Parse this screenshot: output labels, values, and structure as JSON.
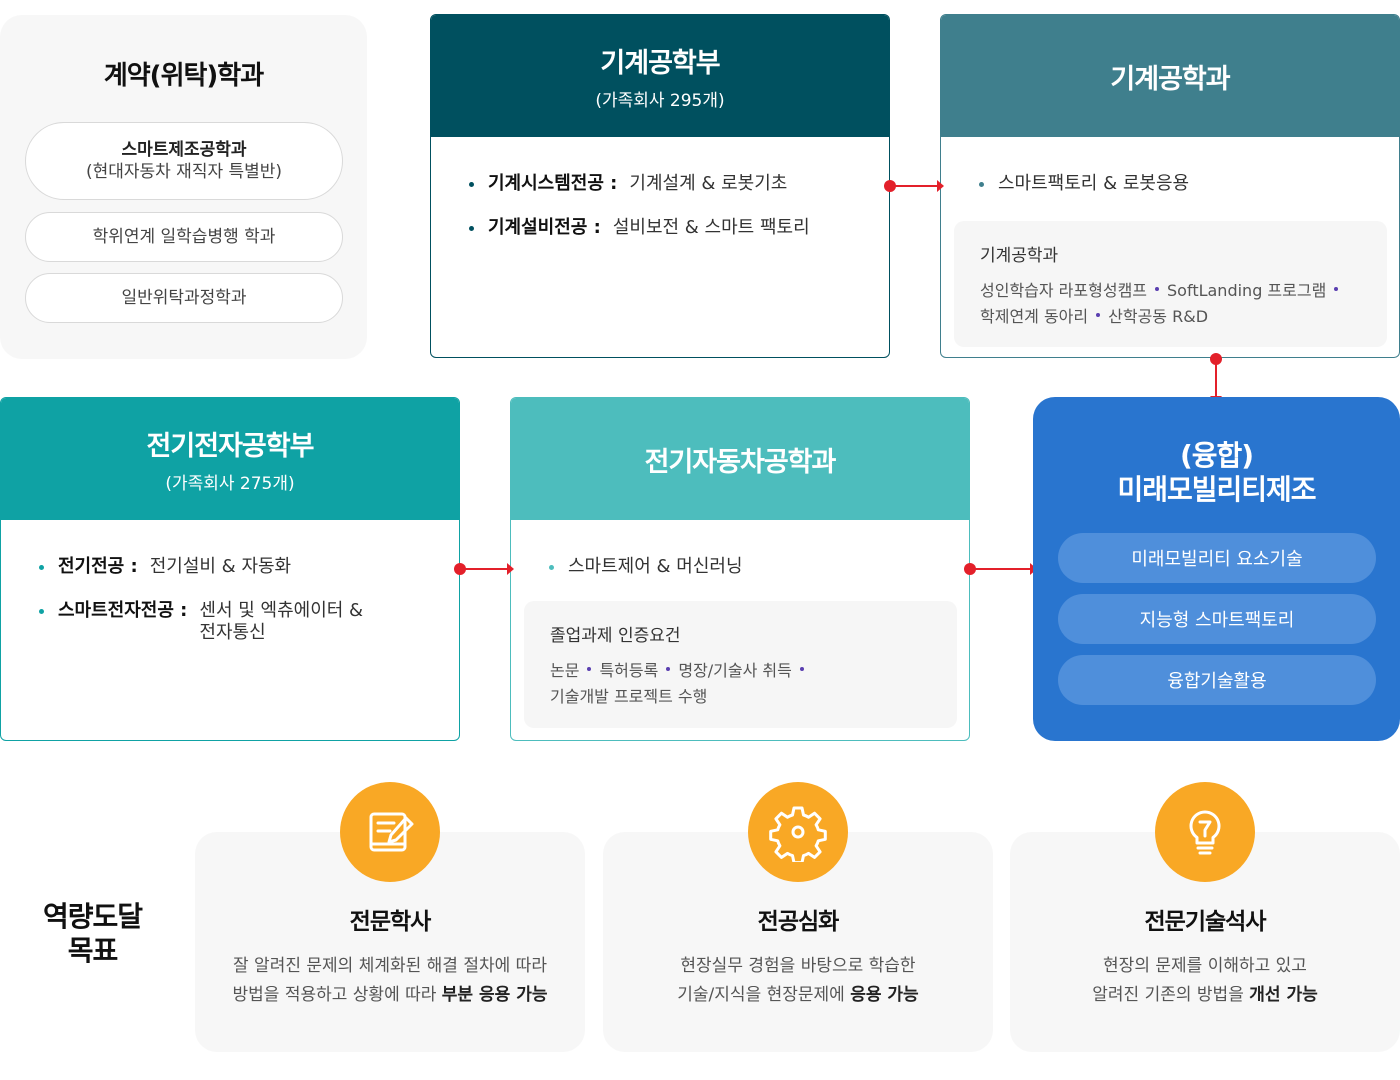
{
  "contract": {
    "title": "계약(위탁)학과",
    "items": [
      {
        "line1": "스마트제조공학과",
        "line2": "(현대자동차 재직자 특별반)"
      },
      {
        "line1": "학위연계 일학습병행 학과"
      },
      {
        "line1": "일반위탁과정학과"
      }
    ]
  },
  "mech_school": {
    "title": "기계공학부",
    "subtitle": "(가족회사 295개)",
    "color": "#00505f",
    "bullets": [
      {
        "key": "기계시스템전공 :",
        "value": "기계설계 & 로봇기초"
      },
      {
        "key": "기계설비전공 :",
        "value": "설비보전 & 스마트 팩토리"
      }
    ]
  },
  "mech_dept": {
    "title": "기계공학과",
    "color": "#3f7f8d",
    "bullet": "스마트팩토리 & 로봇응용",
    "box_title": "기계공학과",
    "box_line1": [
      "성인학습자 라포형성캠프",
      "SoftLanding 프로그램"
    ],
    "box_line2": [
      "학제연계 동아리",
      "산학공동 R&D"
    ]
  },
  "elec_school": {
    "title": "전기전자공학부",
    "subtitle": "(가족회사 275개)",
    "color": "#0fa2a4",
    "bullets": [
      {
        "key": "전기전공 :",
        "value": "전기설비 & 자동화"
      },
      {
        "key": "스마트전자전공 :",
        "value": "센서 및 엑츄에이터 &",
        "value2": "전자통신"
      }
    ]
  },
  "ev_dept": {
    "title": "전기자동차공학과",
    "color": "#4dbdbd",
    "bullet": "스마트제어 & 머신러닝",
    "box_title": "졸업과제 인증요건",
    "box_line1": [
      "논문",
      "특허등록",
      "명장/기술사 취득"
    ],
    "box_line2": [
      "기술개발 프로젝트 수행"
    ]
  },
  "future": {
    "title_line1": "(융합)",
    "title_line2": "미래모빌리티제조",
    "color": "#2975cf",
    "items": [
      "미래모빌리티 요소기술",
      "지능형 스마트팩토리",
      "융합기술활용"
    ]
  },
  "goals": {
    "label_line1": "역량도달",
    "label_line2": "목표",
    "accent": "#f9a825",
    "cards": [
      {
        "icon": "pencil-note-icon",
        "title": "전문학사",
        "desc1": "잘 알려진 문제의 체계화된 해결 절차에 따라",
        "desc2_pre": "방법을 적용하고 상황에 따라 ",
        "desc2_bold": "부분 응용 가능"
      },
      {
        "icon": "gear-icon",
        "title": "전공심화",
        "desc1": "현장실무 경험을 바탕으로 학습한",
        "desc2_pre": "기술/지식을 현장문제에 ",
        "desc2_bold": "응용 가능"
      },
      {
        "icon": "lightbulb-icon",
        "title": "전문기술석사",
        "desc1": "현장의 문제를 이해하고 있고",
        "desc2_pre": "알려진 기존의 방법을 ",
        "desc2_bold": "개선 가능"
      }
    ]
  }
}
